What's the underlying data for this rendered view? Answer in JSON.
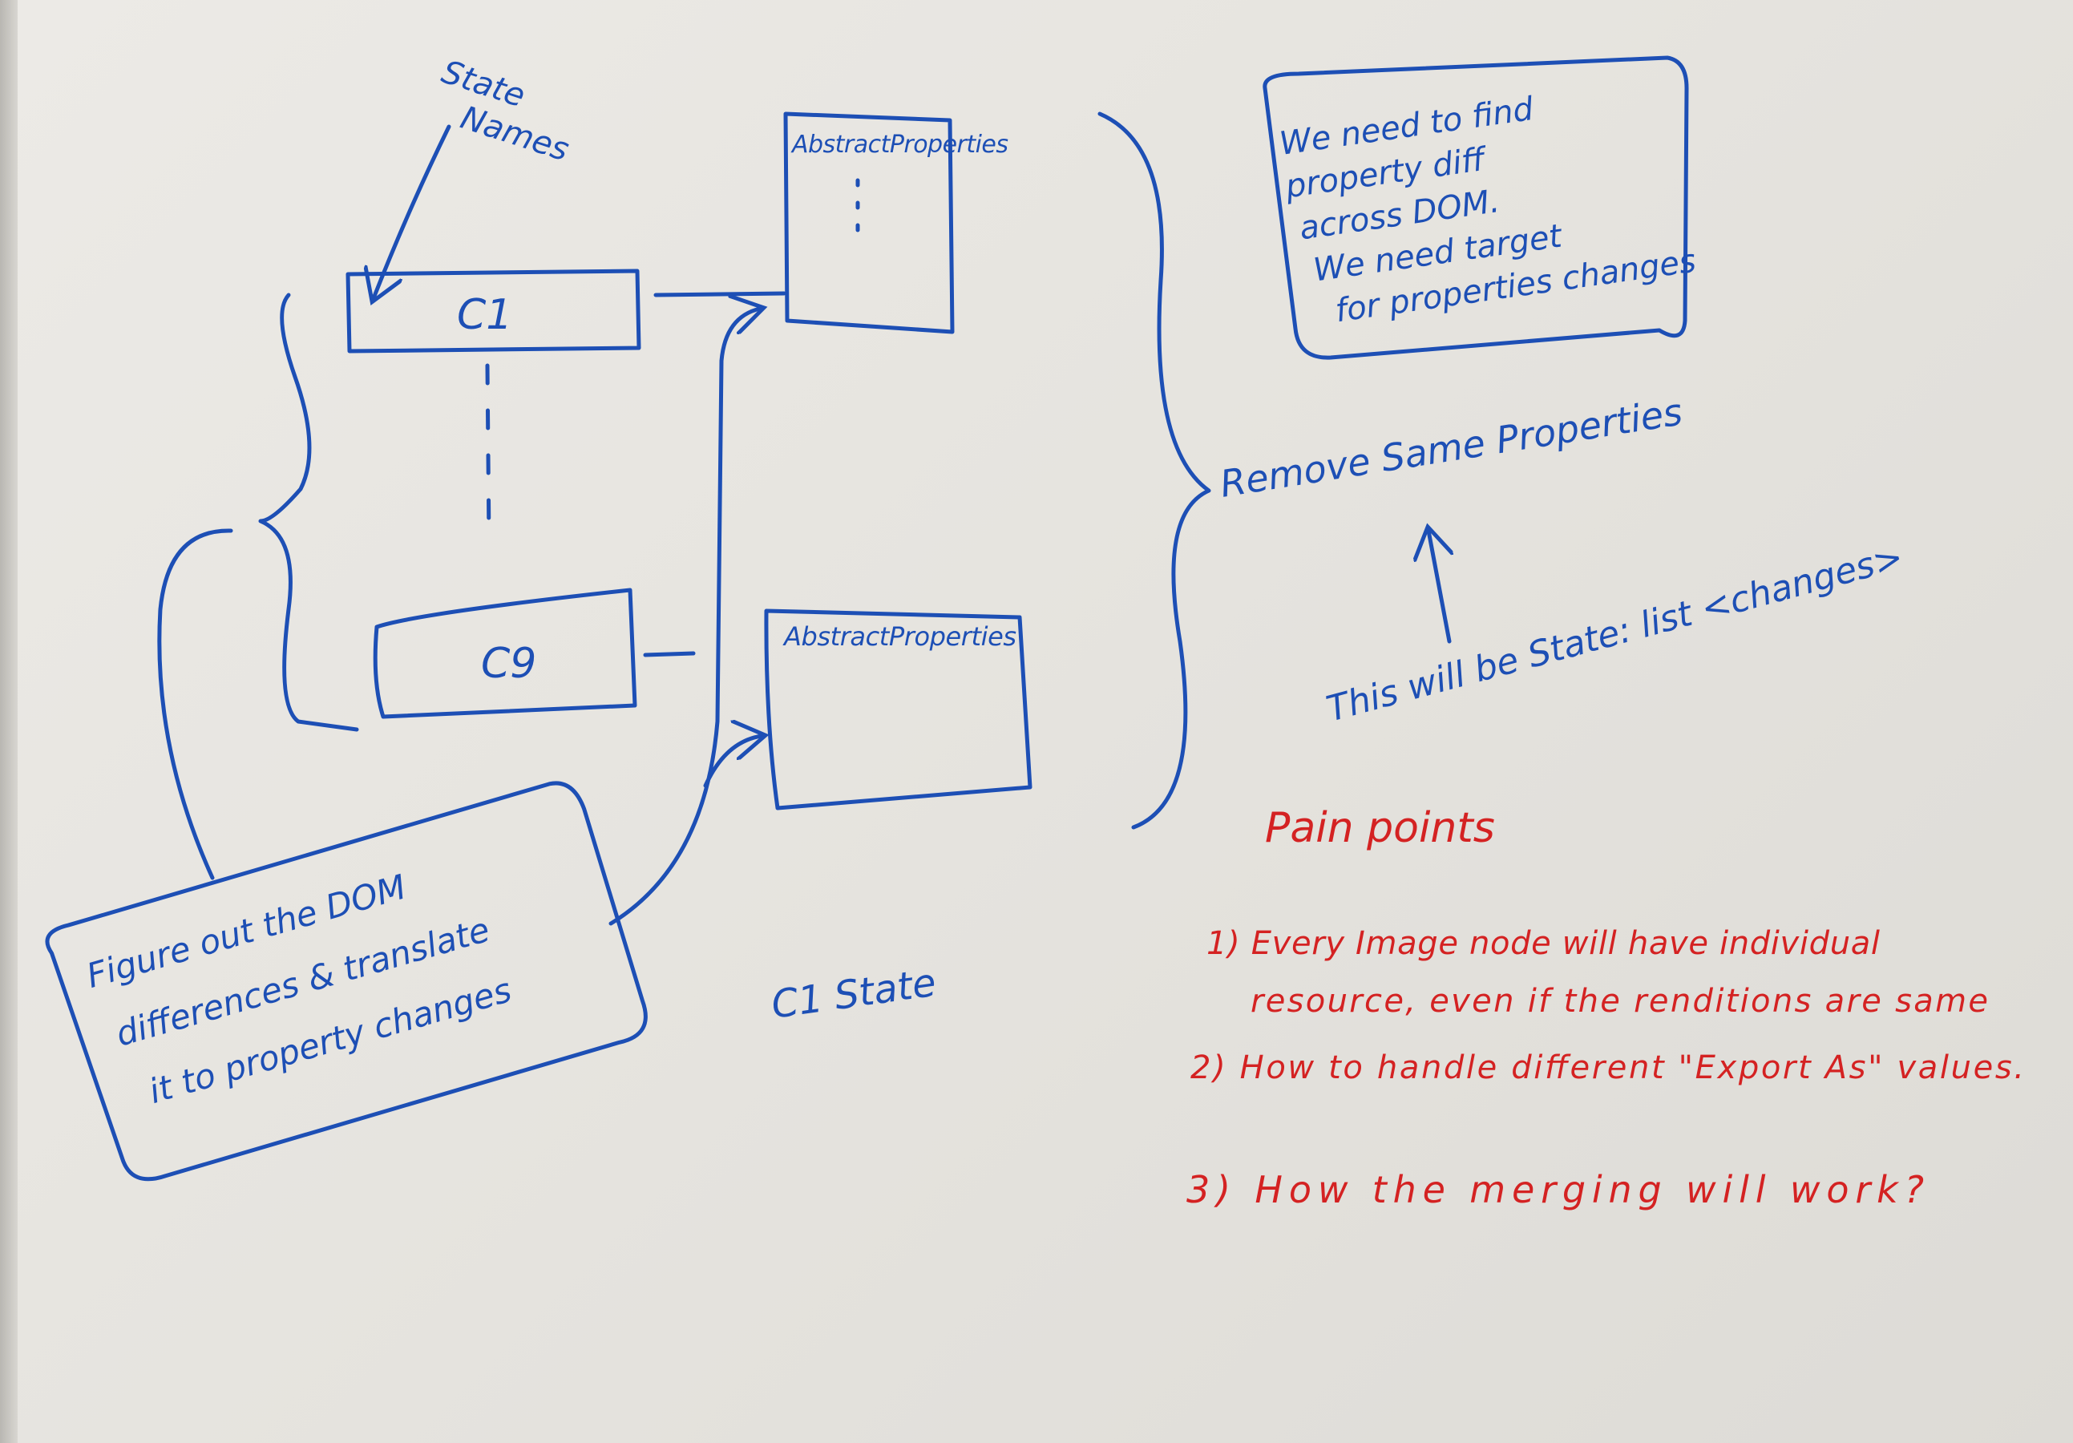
{
  "colors": {
    "blue_marker": "#1d4fb5",
    "red_marker": "#d42222",
    "board": "#e6e4df"
  },
  "diagram": {
    "state_names_label": [
      "State",
      "Names"
    ],
    "c1_label": "C1",
    "c9_label": "C9",
    "abstract_properties_1": "AbstractProperties",
    "abstract_properties_2": "AbstractProperties",
    "note_top_right": [
      "We need to find",
      "property diff",
      "across DOM.",
      "We need target",
      "for properties changes"
    ],
    "remove_same_properties": "Remove Same Properties",
    "state_list_changes": "This will be State: list <changes>",
    "c1_state": "C1 State",
    "note_bottom_left": [
      "Figure out the DOM",
      "differences & translate",
      "it to property changes"
    ]
  },
  "pain_points": {
    "title": "Pain points",
    "items": [
      [
        "1) Every Image node will have individual",
        "resource, even if the renditions are same"
      ],
      [
        "2) How to handle different \"Export As\" values."
      ],
      [
        "3) How the merging will work?"
      ]
    ]
  }
}
